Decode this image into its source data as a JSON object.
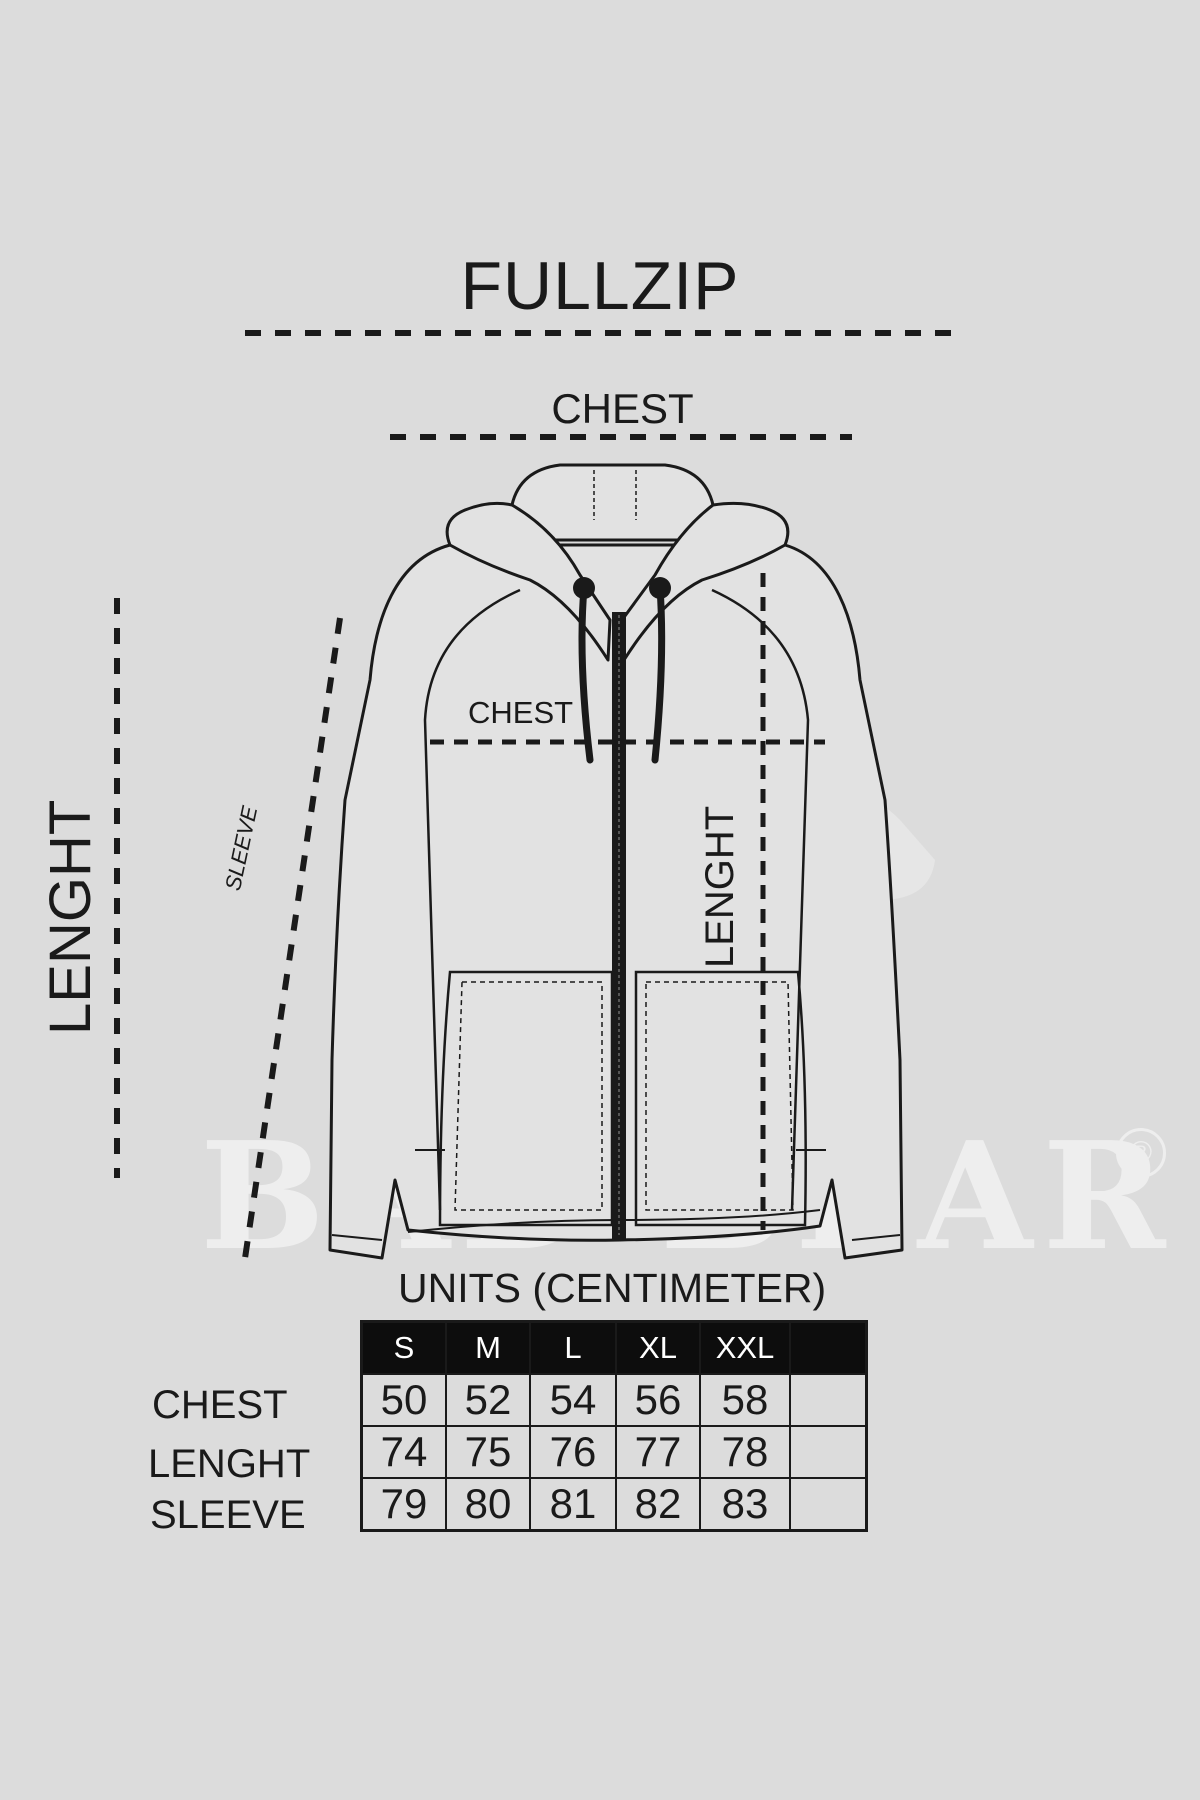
{
  "title": "FULLZIP",
  "watermark": {
    "brand": "BAD BEAR",
    "registered_mark": "®"
  },
  "diagram_labels": {
    "chest_top": "CHEST",
    "length_left": "LENGHT",
    "sleeve": "SLEEVE",
    "chest_inner": "CHEST",
    "length_inner": "LENGHT"
  },
  "units_label": "UNITS (CENTIMETER)",
  "size_table": {
    "headers": [
      "S",
      "M",
      "L",
      "XL",
      "XXL",
      ""
    ],
    "rows": [
      {
        "label": "CHEST",
        "values": [
          "50",
          "52",
          "54",
          "56",
          "58",
          ""
        ]
      },
      {
        "label": "LENGHT",
        "values": [
          "74",
          "75",
          "76",
          "77",
          "78",
          ""
        ]
      },
      {
        "label": "SLEEVE",
        "values": [
          "79",
          "80",
          "81",
          "82",
          "83",
          ""
        ]
      }
    ]
  },
  "colors": {
    "background": "#dcdcdc",
    "line": "#1a1a1a",
    "garment_fill": "#e2e2e2",
    "watermark": "#eeeeee",
    "table_header_bg": "#0d0d0d"
  }
}
